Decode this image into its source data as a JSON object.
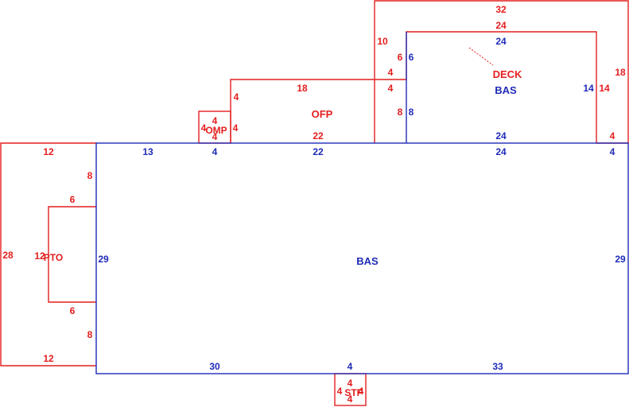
{
  "colors": {
    "living": "#1f2bb8",
    "addition": "#e41e1e",
    "background": "#ffffff"
  },
  "areas": {
    "bas_main": "BAS",
    "bas_upper": "BAS",
    "deck": "DECK",
    "ofp": "OFP",
    "omp": "OMP",
    "pto": "PTO",
    "stp": "STP"
  },
  "dims": {
    "deck_top": "32",
    "deck_right": "18",
    "deck_left_upper": "10",
    "deck_bottom_right": "4",
    "deck_inner_top": "24",
    "deck_inner_left": "6",
    "deck_inner_right": "14",
    "ofp_step": "4",
    "ofp_top": "18",
    "ofp_left": "4",
    "ofp_inner_step": "4",
    "ofp_right": "8",
    "ofp_bottom": "22",
    "bas_upper_top": "24",
    "bas_upper_left": "6",
    "bas_upper_lower_left": "8",
    "bas_upper_right": "14",
    "bas_upper_bottom": "24",
    "omp_top": "4",
    "omp_left": "4",
    "omp_right": "4",
    "omp_bottom": "4",
    "pto_top": "12",
    "pto_left": "28",
    "pto_upper_right": "8",
    "pto_inner_top": "6",
    "pto_inner_left": "12",
    "pto_inner_bottom": "6",
    "pto_lower_right": "8",
    "pto_bottom": "12",
    "bas_top_a": "13",
    "bas_top_b": "4",
    "bas_top_c": "22",
    "bas_top_d": "24",
    "bas_top_e": "4",
    "bas_left": "29",
    "bas_right": "29",
    "bas_bottom_a": "30",
    "bas_bottom_b": "4",
    "bas_bottom_c": "33",
    "stp_top": "4",
    "stp_left": "4",
    "stp_right": "4",
    "stp_bottom": "4"
  }
}
